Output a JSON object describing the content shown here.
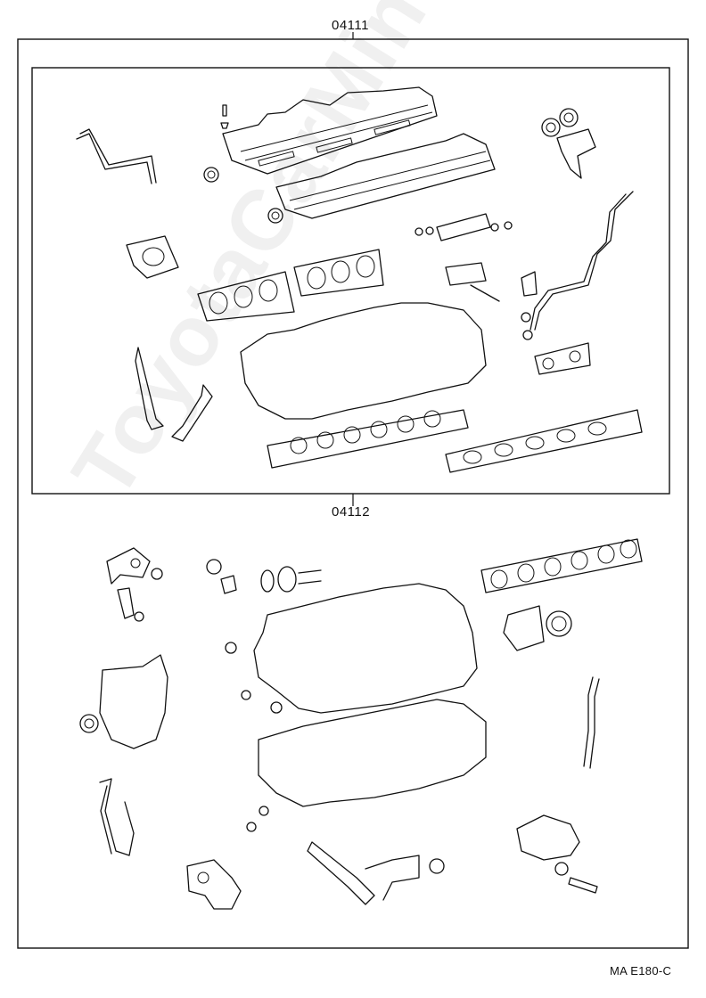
{
  "labels": {
    "upper_kit": "04111",
    "lower_kit": "04112"
  },
  "reference_code": "MA E180-C",
  "watermark": "ToyotaCarMine.ru"
}
